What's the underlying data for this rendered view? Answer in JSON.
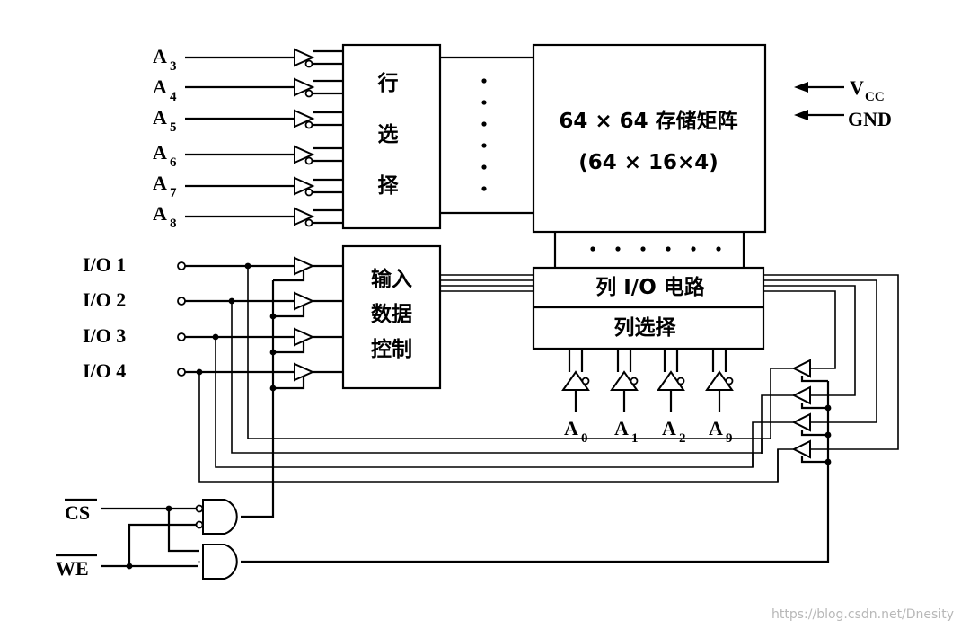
{
  "row_address_inputs": [
    {
      "letter": "A",
      "sub": "3"
    },
    {
      "letter": "A",
      "sub": "4"
    },
    {
      "letter": "A",
      "sub": "5"
    },
    {
      "letter": "A",
      "sub": "6"
    },
    {
      "letter": "A",
      "sub": "7"
    },
    {
      "letter": "A",
      "sub": "8"
    }
  ],
  "col_address_inputs": [
    {
      "letter": "A",
      "sub": "0"
    },
    {
      "letter": "A",
      "sub": "1"
    },
    {
      "letter": "A",
      "sub": "2"
    },
    {
      "letter": "A",
      "sub": "9"
    }
  ],
  "io_pins": [
    "I/O 1",
    "I/O 2",
    "I/O 3",
    "I/O 4"
  ],
  "blocks": {
    "row_select": [
      "行",
      "选",
      "择"
    ],
    "memory_array": {
      "line1": "64 × 64 存储矩阵",
      "line2": "(64 × 16×4)"
    },
    "input_data_control": [
      "输入",
      "数据",
      "控制"
    ],
    "column_io": "列 I/O 电路",
    "column_select": "列选择"
  },
  "power": {
    "vcc": {
      "letter": "V",
      "sub": "CC"
    },
    "gnd": "GND"
  },
  "control_signals": {
    "cs": "CS",
    "we": "WE"
  },
  "watermark": "https://blog.csdn.net/Dnesity"
}
